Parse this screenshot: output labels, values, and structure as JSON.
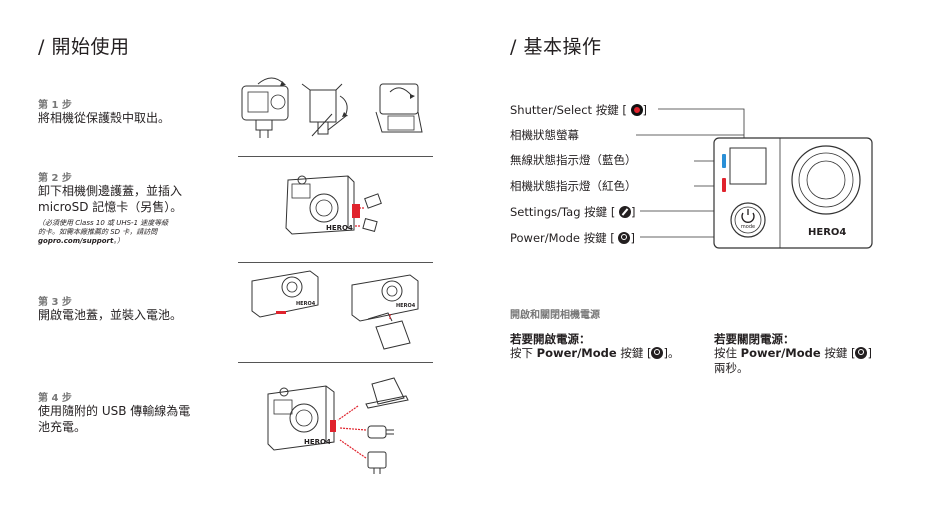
{
  "left": {
    "title": "/ 開始使用",
    "steps": [
      {
        "label": "第 1 步",
        "text": "將相機從保護殼中取出。"
      },
      {
        "label": "第 2 步",
        "text_l1": "卸下相機側邊護蓋，並插入",
        "text_l2": "microSD 記憶卡（另售）。",
        "note_l1": "（必須使用 Class 10 或 UHS-1 速度等級",
        "note_l2": "的卡。如需本廠推薦的 SD 卡，請訪問",
        "note_link": "gopro.com/support",
        "note_end": "。）"
      },
      {
        "label": "第 3 步",
        "text": "開啟電池蓋，並裝入電池。"
      },
      {
        "label": "第 4 步",
        "text_l1": "使用隨附的 USB 傳輸線為電",
        "text_l2": "池充電。"
      }
    ]
  },
  "right": {
    "title": "/ 基本操作",
    "callouts": {
      "shutter": "Shutter/Select 按鍵 [",
      "status_screen": "相機狀態螢幕",
      "wireless_led": "無線狀態指示燈（藍色）",
      "status_led": "相機狀態指示燈（紅色）",
      "settings": "Settings/Tag 按鍵 [",
      "power": "Power/Mode 按鍵 [",
      "bracket_close": "]"
    },
    "camera_brand": "HERO4",
    "mode_label": "mode",
    "power_section": {
      "title": "開啟和關閉相機電源",
      "on_head": "若要開啟電源：",
      "on_pre": "按下 ",
      "on_bold": "Power/Mode",
      "on_post": " 按鍵 [",
      "on_end": "]。",
      "off_head": "若要關閉電源：",
      "off_pre": "按住 ",
      "off_bold": "Power/Mode",
      "off_post": " 按鍵 [",
      "off_end": "]",
      "off_l2": "兩秒。"
    },
    "colors": {
      "wireless_led": "#2a8fd6",
      "status_led": "#e0232d"
    }
  }
}
